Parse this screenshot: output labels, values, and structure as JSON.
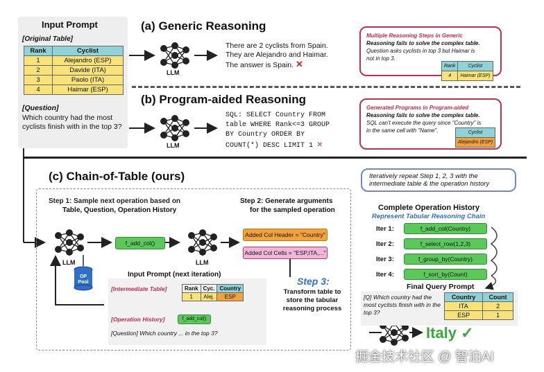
{
  "input_prompt": {
    "title": "Input Prompt",
    "original_table_label": "[Original Table]",
    "columns": [
      "Rank",
      "Cyclist"
    ],
    "rows": [
      [
        "1",
        "Alejandro (ESP)"
      ],
      [
        "2",
        "Davide (ITA)"
      ],
      [
        "3",
        "Paolo (ITA)"
      ],
      [
        "4",
        "Haimar (ESP)"
      ]
    ],
    "question_label": "[Question]",
    "question_text": "Which country had the most cyclists finish with in the top 3?"
  },
  "section_a": {
    "title": "(a) Generic Reasoning",
    "llm": "LLM",
    "answer_lines": [
      "There are 2 cyclists from Spain.",
      "They are Alejandro and Haimar.",
      "The answer is Spain."
    ],
    "callout": {
      "line1": "Multiple Reasoning Steps in Generic",
      "line2": "Reasoning fails to solve the complex table.",
      "line3": "Question asks cyclists in top 3 but Haimar is",
      "line4": "not in top 3.",
      "table_cols": [
        "Rank",
        "Cyclist"
      ],
      "table_row": [
        "4",
        "Haimar (ESP)"
      ]
    }
  },
  "section_b": {
    "title": "(b) Program-aided Reasoning",
    "llm": "LLM",
    "sql_lines": [
      "SQL: SELECT Country FROM",
      "table WHERE Rank<=3 GROUP",
      "BY Country ORDER BY",
      "COUNT(*) DESC LIMIT 1"
    ],
    "callout": {
      "line1": "Generated Programs in Program-aided",
      "line2": "Reasoning fails to solve the complex table.",
      "line3": "SQL can't execute the query since \"Country\" is",
      "line4": "in the same cell with \"Name\".",
      "cell1": "Cyclist",
      "cell2": "Alejandro (ESP)"
    }
  },
  "section_c": {
    "title": "(c) Chain-of-Table (ours)",
    "step1_line1": "Step 1: Sample next operation based on",
    "step1_line2": "Table, Question, Operation History",
    "step2_line1": "Step 2: Generate arguments",
    "step2_line2": "for the sampled operation",
    "llm": "LLM",
    "op_pool": [
      "OP",
      "Pool"
    ],
    "op_pill": "f_add_col()",
    "arg_header": "Added Col Header = \"Country\"",
    "arg_cells": "Added Col Cells = \"ESP,ITA,...\"",
    "next_prompt_title": "Input Prompt (next iteration)",
    "intermediate_label": "[Intermediate Table]",
    "inter_cols": [
      "Rank",
      "Cyc.",
      "Country"
    ],
    "inter_row": [
      "1",
      "Alej.",
      "ESP"
    ],
    "op_history_label": "[Operation History]",
    "op_history_pill": "f_add_col()",
    "question_line": "[Question] Which country ... in the top 3?",
    "step3_title": "Step 3:",
    "step3_lines": [
      "Transform table to",
      "store the tabular",
      "reasoning process"
    ],
    "banner": "Iteratively repeat Step 1, 2, 3 with the intermediate table & the operation history",
    "history_title": "Complete Operation History",
    "history_subtitle": "Represent Tabular Reasoning Chain",
    "iters": [
      {
        "label": "Iter 1:",
        "op": "f_add_col(Country)"
      },
      {
        "label": "Iter 2:",
        "op": "f_select_row(1,2,3)"
      },
      {
        "label": "Iter 3:",
        "op": "f_group_by(Country)"
      },
      {
        "label": "Iter 4:",
        "op": "f_sort_by(Count)"
      }
    ],
    "final_title": "Final Query Prompt",
    "final_question": "[Q] Which country had the most cyclists finish with in the top 3?",
    "final_cols": [
      "Country",
      "Count"
    ],
    "final_rows": [
      [
        "ITA",
        "2"
      ],
      [
        "ESP",
        "1"
      ]
    ],
    "answer": "Italy",
    "check": "✓"
  },
  "watermark": "掘金技术社区 @ 智泊AI",
  "colors": {
    "accent_red": "#c0304a",
    "accent_blue": "#2f6fc9",
    "green": "#5cc85c",
    "orange": "#f2a23a",
    "pink": "#f0b7d8",
    "teal": "#8fd3d9",
    "yellow": "#f7e37a"
  }
}
